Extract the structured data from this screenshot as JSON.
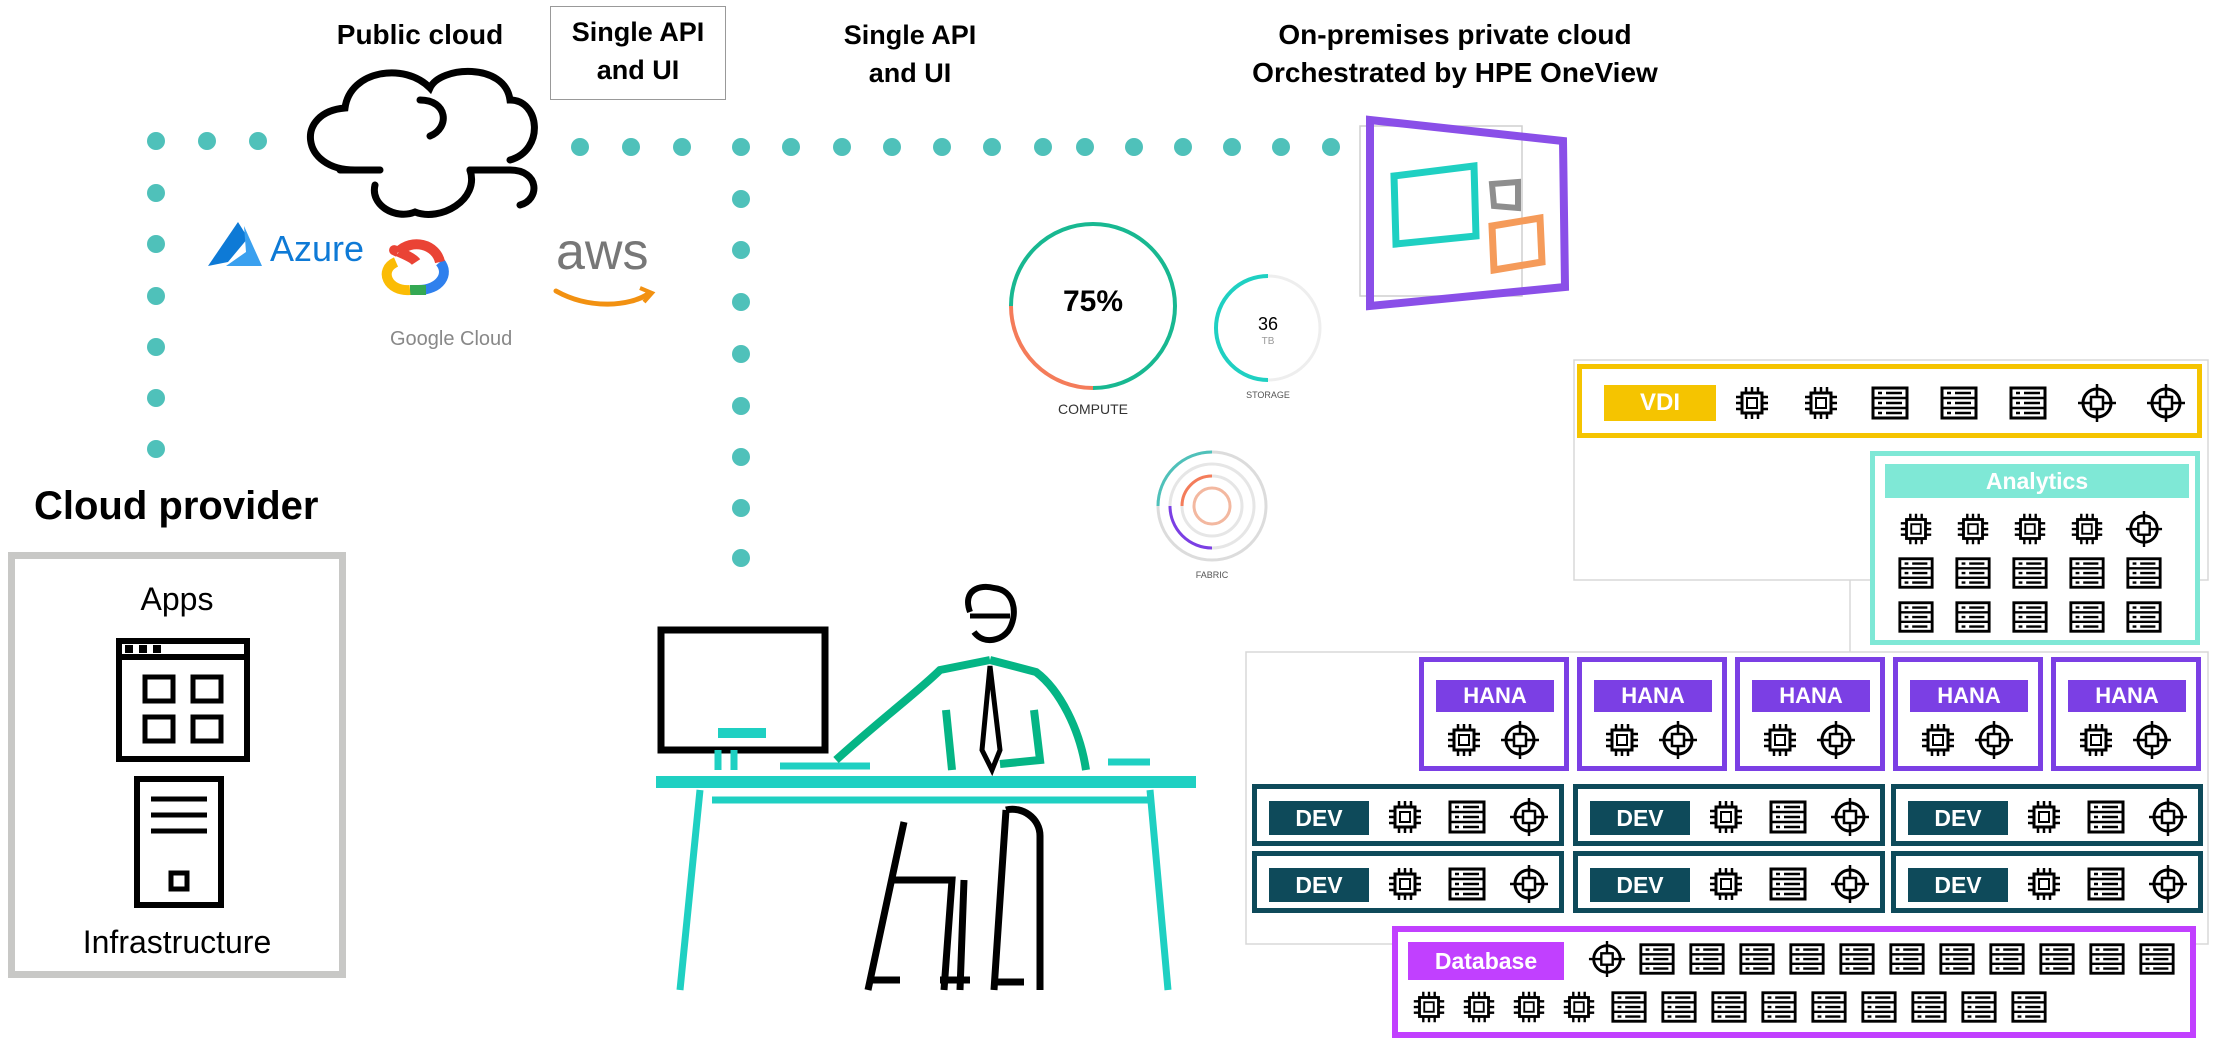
{
  "labels": {
    "public_cloud": "Public cloud",
    "single_api_boxed": "Single API\nand UI",
    "single_api": "Single API\nand UI",
    "onprem_line1": "On-premises private cloud",
    "onprem_line2": "Orchestrated by HPE OneView",
    "cloud_provider": "Cloud provider",
    "apps": "Apps",
    "infrastructure": "Infrastructure"
  },
  "cloud_logos": {
    "azure": "Azure",
    "google_cloud": "Google Cloud",
    "aws": "aws"
  },
  "gauges": {
    "compute": {
      "value_text": "75%",
      "label": "COMPUTE",
      "fraction": 0.75
    },
    "storage": {
      "value_text": "36",
      "sub_text": "TB",
      "label": "STORAGE"
    },
    "fabric": {
      "label": "FABRIC"
    }
  },
  "workloads": {
    "vdi": {
      "label": "VDI",
      "color": "#f5c400"
    },
    "analytics": {
      "label": "Analytics",
      "color": "#7fe8d6"
    },
    "hana": {
      "label": "HANA",
      "color": "#7b3fe4",
      "count": 5
    },
    "dev": {
      "label": "DEV",
      "color": "#0e4a5a",
      "count": 6
    },
    "database": {
      "label": "Database",
      "color": "#c140ff"
    }
  },
  "colors": {
    "dots": "#4fc1ba",
    "teal": "#1fd0c2",
    "green": "#05b585",
    "purple_frame": "#8a4fe8"
  }
}
